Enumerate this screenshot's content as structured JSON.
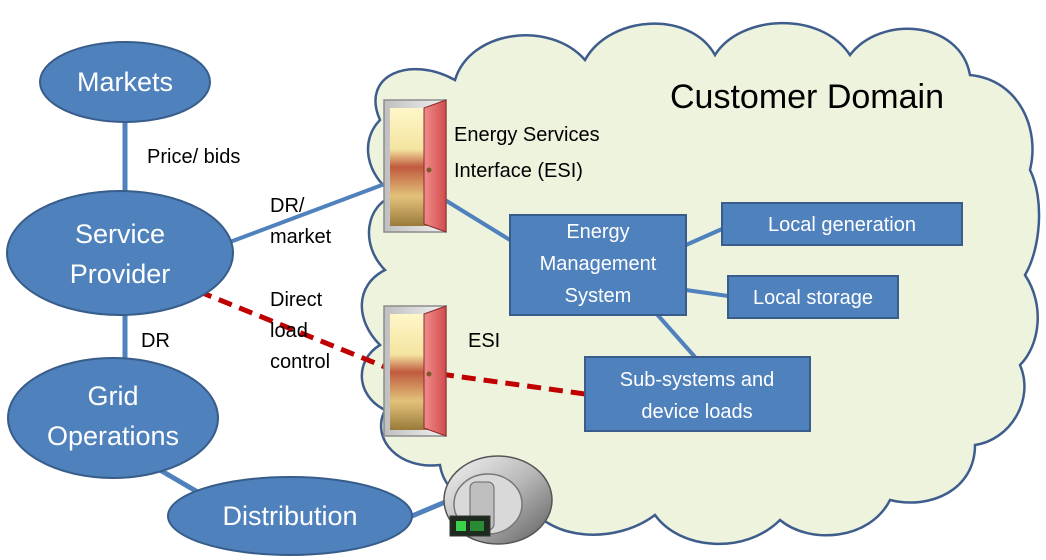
{
  "colors": {
    "node_fill": "#4F81BD",
    "node_stroke": "#385D8A",
    "cloud_fill": "#EEF3DE",
    "cloud_stroke": "#3F5D8C",
    "link": "#4F81BD",
    "direct_link": "#C00000"
  },
  "cloud": {
    "title": "Customer Domain"
  },
  "nodes": {
    "markets": "Markets",
    "service_provider": [
      "Service",
      "Provider"
    ],
    "grid_operations": [
      "Grid",
      "Operations"
    ],
    "distribution": "Distribution"
  },
  "boxes": {
    "ems": [
      "Energy",
      "Management",
      "System"
    ],
    "local_generation": "Local generation",
    "local_storage": "Local storage",
    "subsystems": [
      "Sub-systems and",
      "device loads"
    ]
  },
  "labels": {
    "price_bids": "Price/ bids",
    "dr_market": [
      "DR/",
      "market"
    ],
    "direct_load_control": [
      "Direct",
      "load",
      "control"
    ],
    "dr": "DR",
    "esi_top": [
      "Energy Services",
      "Interface (ESI)"
    ],
    "esi": "ESI"
  },
  "icons": [
    "door-icon",
    "door-icon",
    "meter-icon"
  ]
}
